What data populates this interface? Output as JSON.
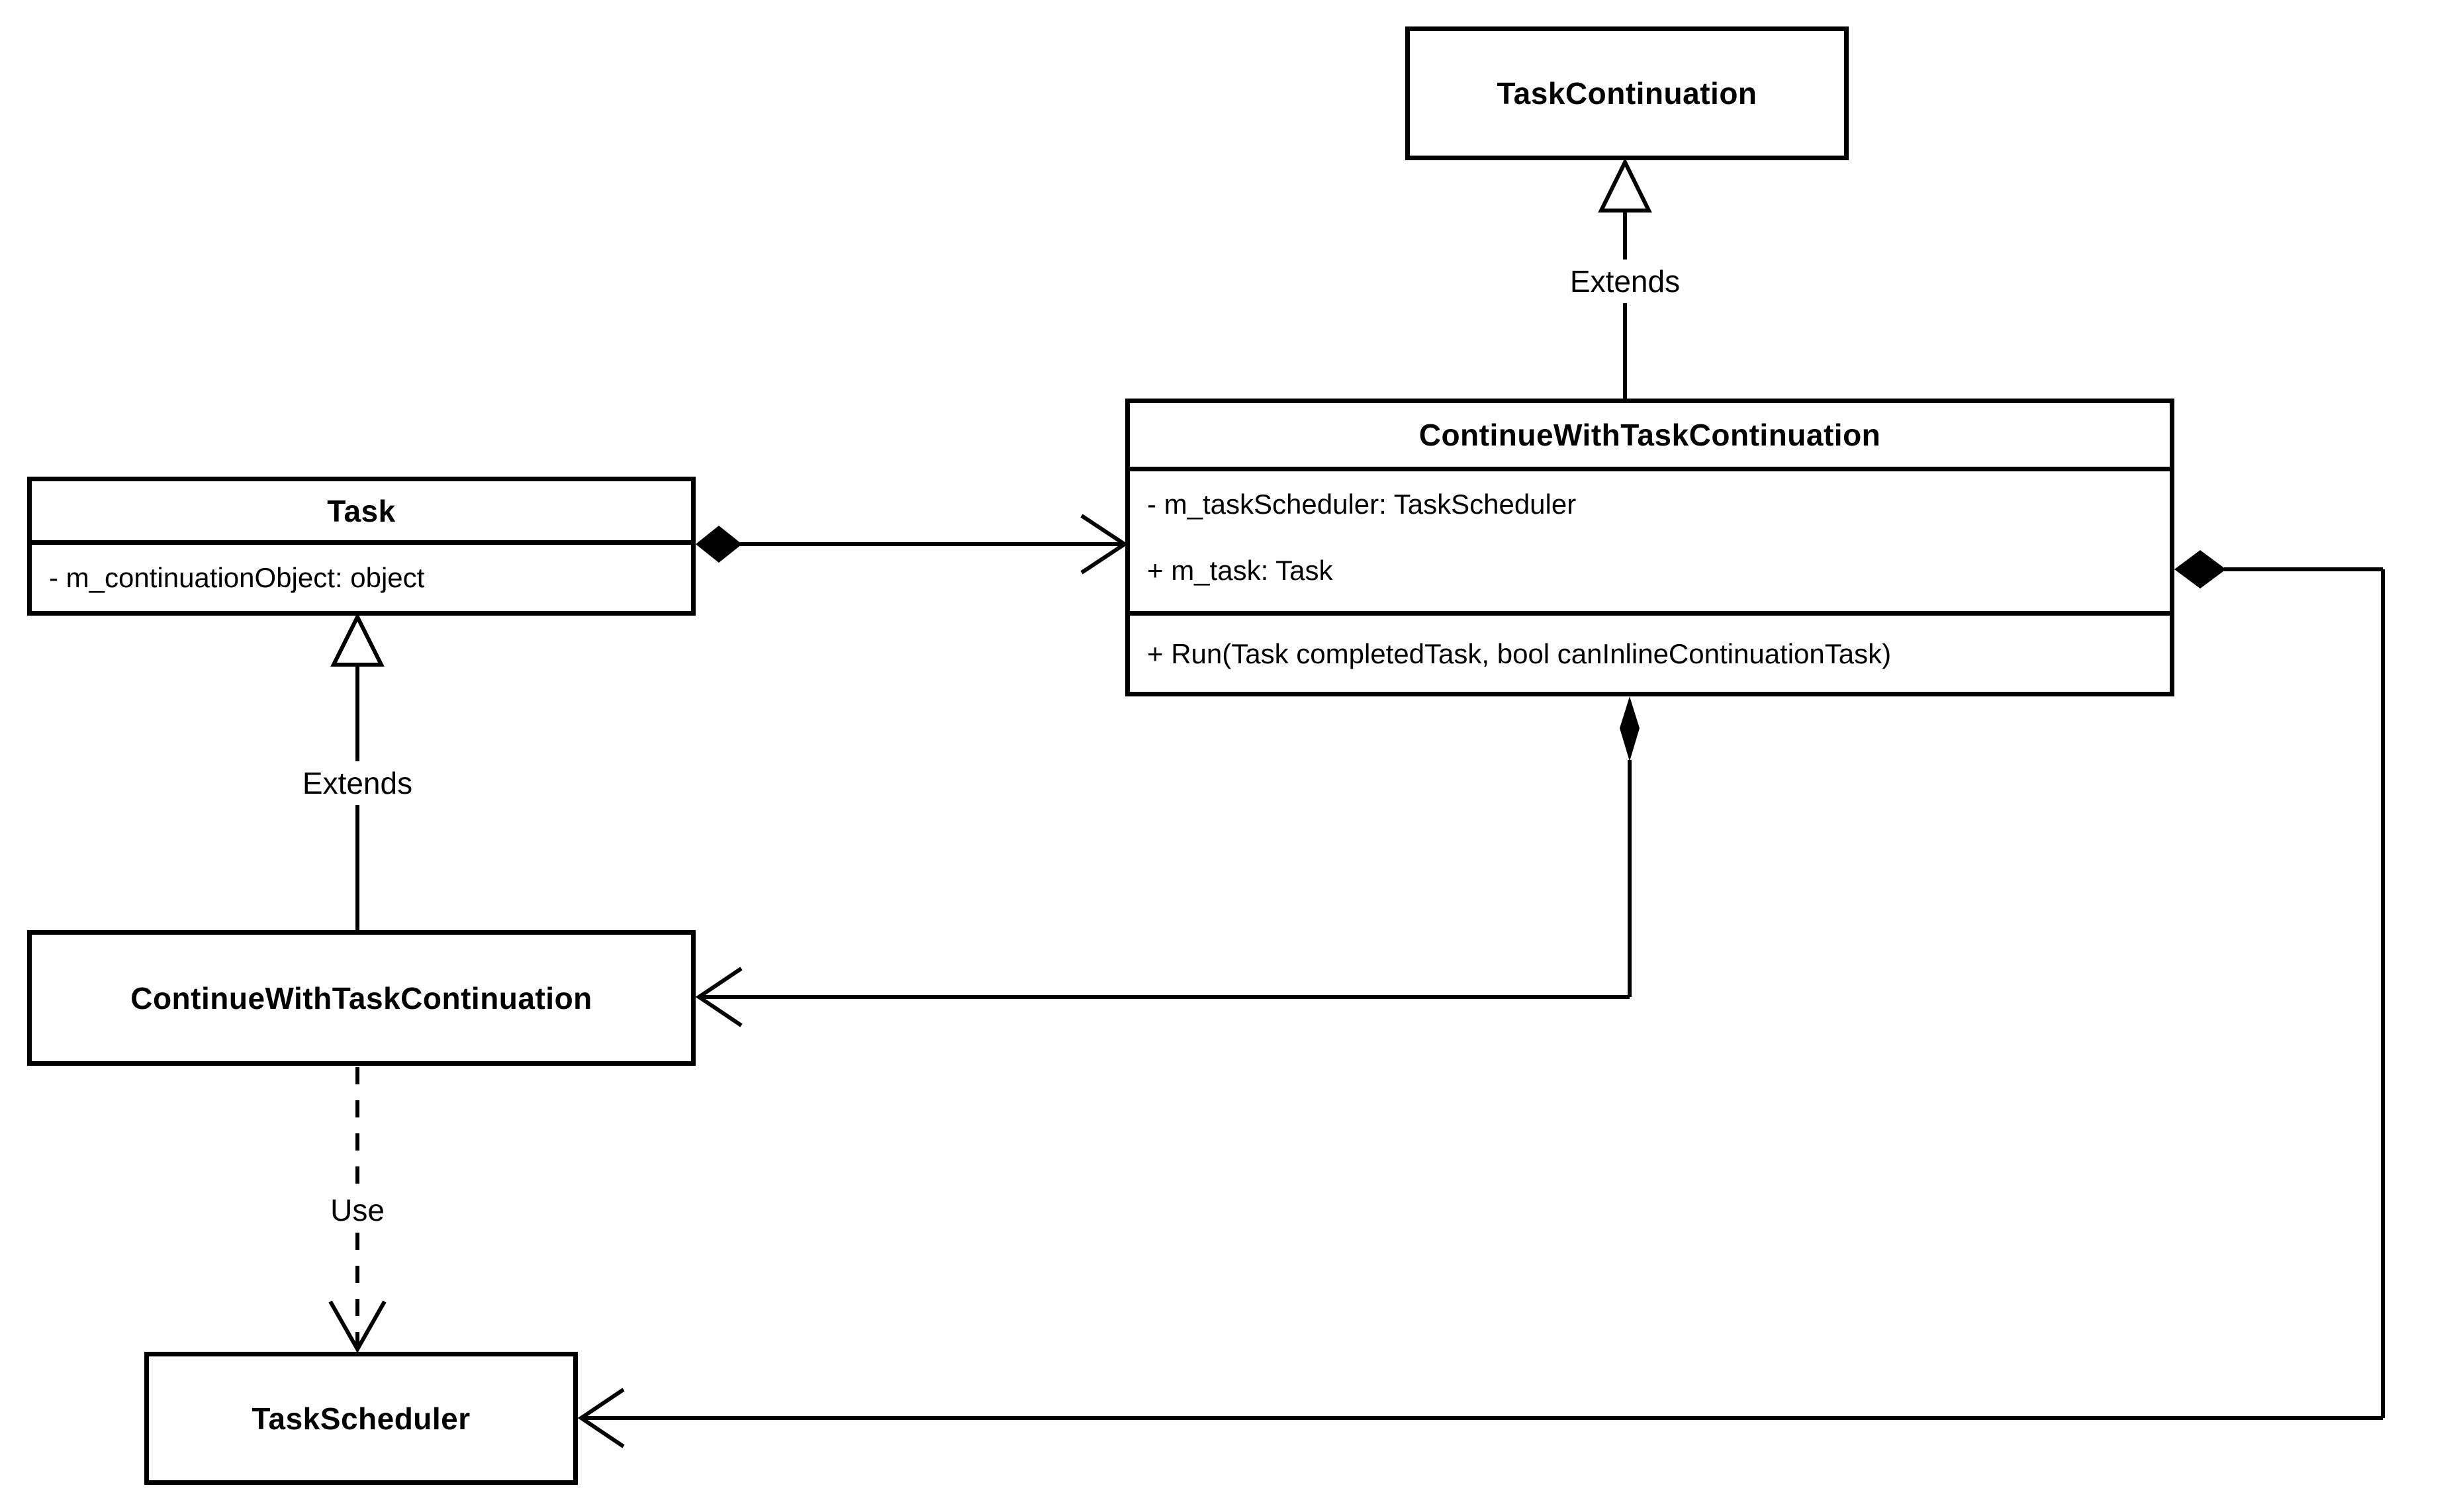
{
  "diagram": {
    "kind": "uml-class-diagram",
    "background_color": "#ffffff",
    "line_color": "#000000"
  },
  "classes": [
    {
      "name": "TaskContinuation",
      "attributes": [],
      "methods": []
    },
    {
      "name": "ContinueWithTaskContinuation",
      "attributes": [
        "- m_taskScheduler: TaskScheduler",
        "+ m_task: Task"
      ],
      "methods": [
        "+ Run(Task completedTask, bool canInlineContinuationTask)"
      ]
    },
    {
      "name": "Task",
      "attributes": [
        "- m_continuationObject: object"
      ],
      "methods": []
    },
    {
      "name": "ContinueWithTaskContinuation",
      "attributes": [],
      "methods": []
    },
    {
      "name": "TaskScheduler",
      "attributes": [],
      "methods": []
    }
  ],
  "relationships": [
    {
      "from": "ContinueWithTaskContinuation",
      "to": "TaskContinuation",
      "type": "inheritance",
      "label": "Extends"
    },
    {
      "from": "ContinueWithTaskContinuation",
      "to": "Task",
      "type": "inheritance",
      "label": "Extends"
    },
    {
      "from": "ContinueWithTaskContinuation",
      "to": "TaskScheduler",
      "type": "dependency-dashed",
      "label": "Use"
    },
    {
      "from": "Task",
      "to": "ContinueWithTaskContinuation",
      "type": "composition",
      "label": ""
    },
    {
      "from": "ContinueWithTaskContinuation",
      "to": "ContinueWithTaskContinuation",
      "type": "composition",
      "label": ""
    },
    {
      "from": "ContinueWithTaskContinuation",
      "to": "TaskScheduler",
      "type": "composition",
      "label": ""
    }
  ]
}
